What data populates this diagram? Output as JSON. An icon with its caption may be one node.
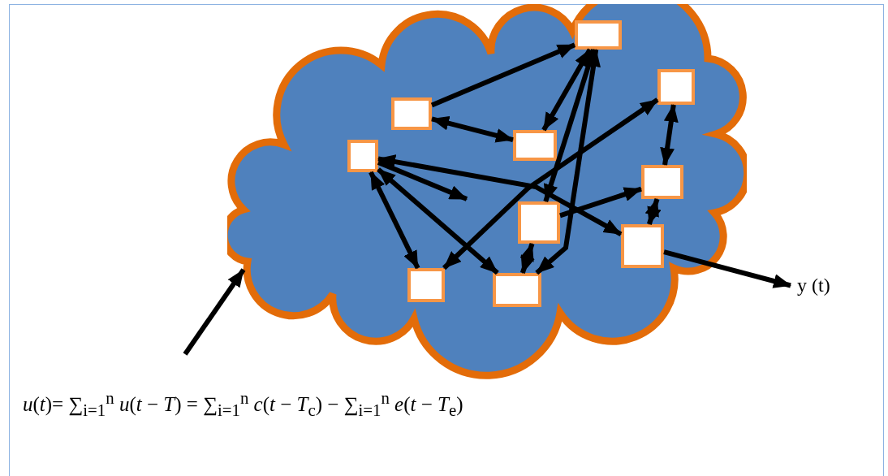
{
  "diagram": {
    "nodes": [
      {
        "text": [],
        "shape": "cloud"
      },
      {
        "text": [],
        "shape": "box",
        "in": 0
      },
      {
        "text": [],
        "shape": "box",
        "in": 0
      },
      {
        "text": [],
        "shape": "box",
        "in": 0
      },
      {
        "text": [],
        "shape": "box",
        "in": 0
      },
      {
        "text": [],
        "shape": "box",
        "in": 0
      },
      {
        "text": [],
        "shape": "box",
        "in": 0
      },
      {
        "text": [],
        "shape": "box",
        "in": 0
      },
      {
        "text": [],
        "shape": "box",
        "in": 0
      },
      {
        "text": [],
        "shape": "box",
        "in": 0
      },
      {
        "text": [],
        "shape": "box",
        "in": 0
      },
      {
        "text": [
          "y (t)"
        ]
      }
    ],
    "edges": [
      {
        "from": 3,
        "to": 1,
        "arrow": "to"
      },
      {
        "from": 3,
        "to": 4,
        "arrow": "both"
      },
      {
        "from": 5,
        "to": 9,
        "arrow": "both"
      },
      {
        "from": 5,
        "to": 8,
        "arrow": "both"
      },
      {
        "from": 5,
        "to": 10,
        "arrow": "both"
      },
      {
        "from": 5,
        "to": null,
        "arrow": "to"
      },
      {
        "from": 1,
        "to": 4,
        "arrow": "both"
      },
      {
        "from": 1,
        "to": 10,
        "arrow": "both"
      },
      {
        "from": 1,
        "to": 7,
        "arrow": "both"
      },
      {
        "from": 2,
        "to": 9,
        "arrow": "both"
      },
      {
        "from": 2,
        "to": 6,
        "arrow": "both"
      },
      {
        "from": 7,
        "to": 6,
        "arrow": "to"
      },
      {
        "from": 6,
        "to": 8,
        "arrow": "both"
      },
      {
        "from": 7,
        "to": 10,
        "arrow": "both"
      },
      {
        "from": 8,
        "to": 11,
        "arrow": "to"
      },
      {
        "from": null,
        "to": 0,
        "arrow": "to"
      }
    ],
    "labels": [
      "*u*(*t*)= ∑$_{i=1}$$^{n}$ *u*(*t* − *T*)  = ∑$_{i=1}$$^{n}$ *c*(*t* − *T*$_{c}$) − ∑$_{i=1}$$^{n}$ *e*(*t* − *T*$_{e}$)"
    ]
  }
}
